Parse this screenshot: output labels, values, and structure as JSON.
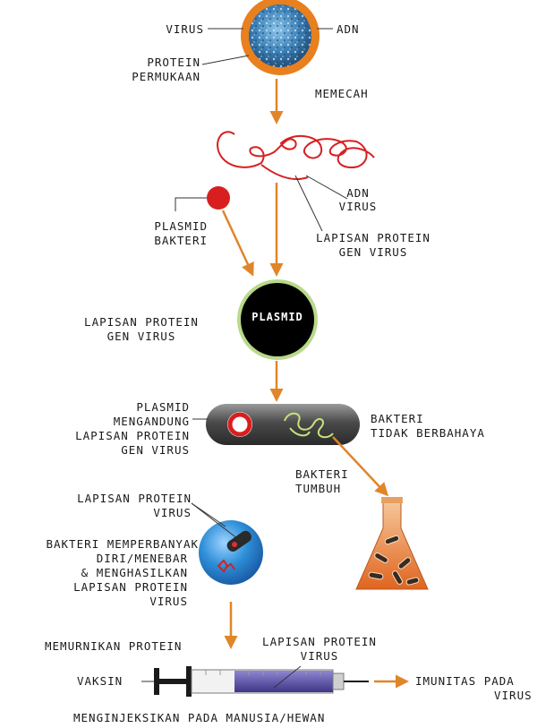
{
  "labels": {
    "virus": "VIRUS",
    "adn": "ADN",
    "protein_surface_1": "PROTEIN",
    "protein_surface_2": "PERMUKAAN",
    "memecah": "MEMECAH",
    "adn_virus_1": "ADN",
    "adn_virus_2": "VIRUS",
    "plasmid_bakteri_1": "PLASMID",
    "plasmid_bakteri_2": "BAKTERI",
    "coat_gene_1": "LAPISAN PROTEIN",
    "coat_gene_2": "GEN VIRUS",
    "left_coat_gene_1": "LAPISAN PROTEIN",
    "left_coat_gene_2": "GEN VIRUS",
    "plasmid_center": "PLASMID",
    "plasmid_contains_1": "PLASMID",
    "plasmid_contains_2": "MENGANDUNG",
    "plasmid_contains_3": "LAPISAN PROTEIN",
    "plasmid_contains_4": "GEN VIRUS",
    "harmless_1": "BAKTERI",
    "harmless_2": "TIDAK BERBAHAYA",
    "grows_1": "BAKTERI",
    "grows_2": "TUMBUH",
    "coat_virus_1": "LAPISAN PROTEIN",
    "coat_virus_2": "VIRUS",
    "multiply_1": "BAKTERI MEMPERBANYAK",
    "multiply_2": "DIRI/MENEBAR",
    "multiply_3": "& MENGHASILKAN",
    "multiply_4": "LAPISAN PROTEIN",
    "multiply_5": "VIRUS",
    "purify": "MEMURNIKAN PROTEIN",
    "coat_syringe_1": "LAPISAN PROTEIN",
    "coat_syringe_2": "VIRUS",
    "vaccine": "VAKSIN",
    "immunity_1": "IMUNITAS PADA",
    "immunity_2": "VIRUS",
    "inject": "MENGINJEKSIKAN PADA MANUSIA/HEWAN"
  },
  "colors": {
    "arrow": "#e0852a",
    "virus_ring": "#e8801f",
    "virus_core": "#3b7fb5",
    "dna_strand": "#d62020",
    "plasmid_red": "#d81e1e",
    "plasmid_ring": "#b8d98a",
    "bacterium": "#555555",
    "cell_blue": "#2e8fd8",
    "flask": "#e8793a",
    "syringe_liquid": "#5a4fa0"
  }
}
